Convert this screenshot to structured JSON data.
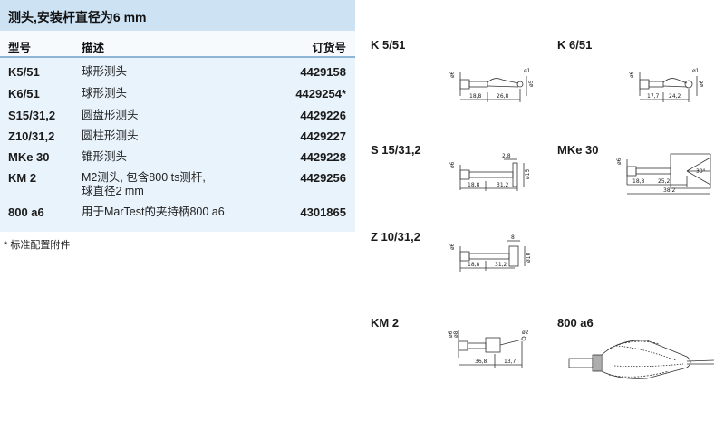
{
  "table": {
    "title": "测头,安装杆直径为6 mm",
    "headers": {
      "model": "型号",
      "description": "描述",
      "order_no": "订货号"
    },
    "rows": [
      {
        "model": "K5/51",
        "description": "球形测头",
        "order_no": "4429158"
      },
      {
        "model": "K6/51",
        "description": "球形测头",
        "order_no": "4429254*"
      },
      {
        "model": "S15/31,2",
        "description": "圆盘形测头",
        "order_no": "4429226"
      },
      {
        "model": "Z10/31,2",
        "description": "圆柱形测头",
        "order_no": "4429227"
      },
      {
        "model": "MKe 30",
        "description": "锥形测头",
        "order_no": "4429228"
      },
      {
        "model": "KM 2",
        "description_line1": "M2测头, 包含800 ts测杆,",
        "description_line2": "球直径2 mm",
        "order_no": "4429256"
      },
      {
        "model": "800 a6",
        "description": "用于MarTest的夹持柄800 a6",
        "order_no": "4301865"
      }
    ],
    "footnote": "* 标准配置附件"
  },
  "drawings": [
    {
      "label": "K 5/51",
      "dims": [
        "ø6",
        "18,8",
        "26,8",
        "ø5",
        "ø1"
      ]
    },
    {
      "label": "K 6/51",
      "dims": [
        "ø6",
        "17,7",
        "24,2",
        "ø6",
        "ø1"
      ]
    },
    {
      "label": "S 15/31,2",
      "dims": [
        "2,8",
        "ø6",
        "ø15",
        "18,8",
        "31,2"
      ]
    },
    {
      "label": "MKe 30",
      "dims": [
        "ø6",
        "30°",
        "18,8",
        "25,2",
        "38,2"
      ]
    },
    {
      "label": "Z 10/31,2",
      "dims": [
        "8",
        "ø6",
        "18,8",
        "31,2",
        "ø10"
      ]
    },
    {
      "label": "KM 2",
      "dims": [
        "ø6",
        "ø8",
        "36,8",
        "13,7",
        "ø2"
      ]
    },
    {
      "label": "800 a6",
      "dims": []
    }
  ],
  "colors": {
    "panel_bg": "#e9f3fb",
    "title_bg": "#cde2f3",
    "header_rule": "#8fb5d6"
  }
}
